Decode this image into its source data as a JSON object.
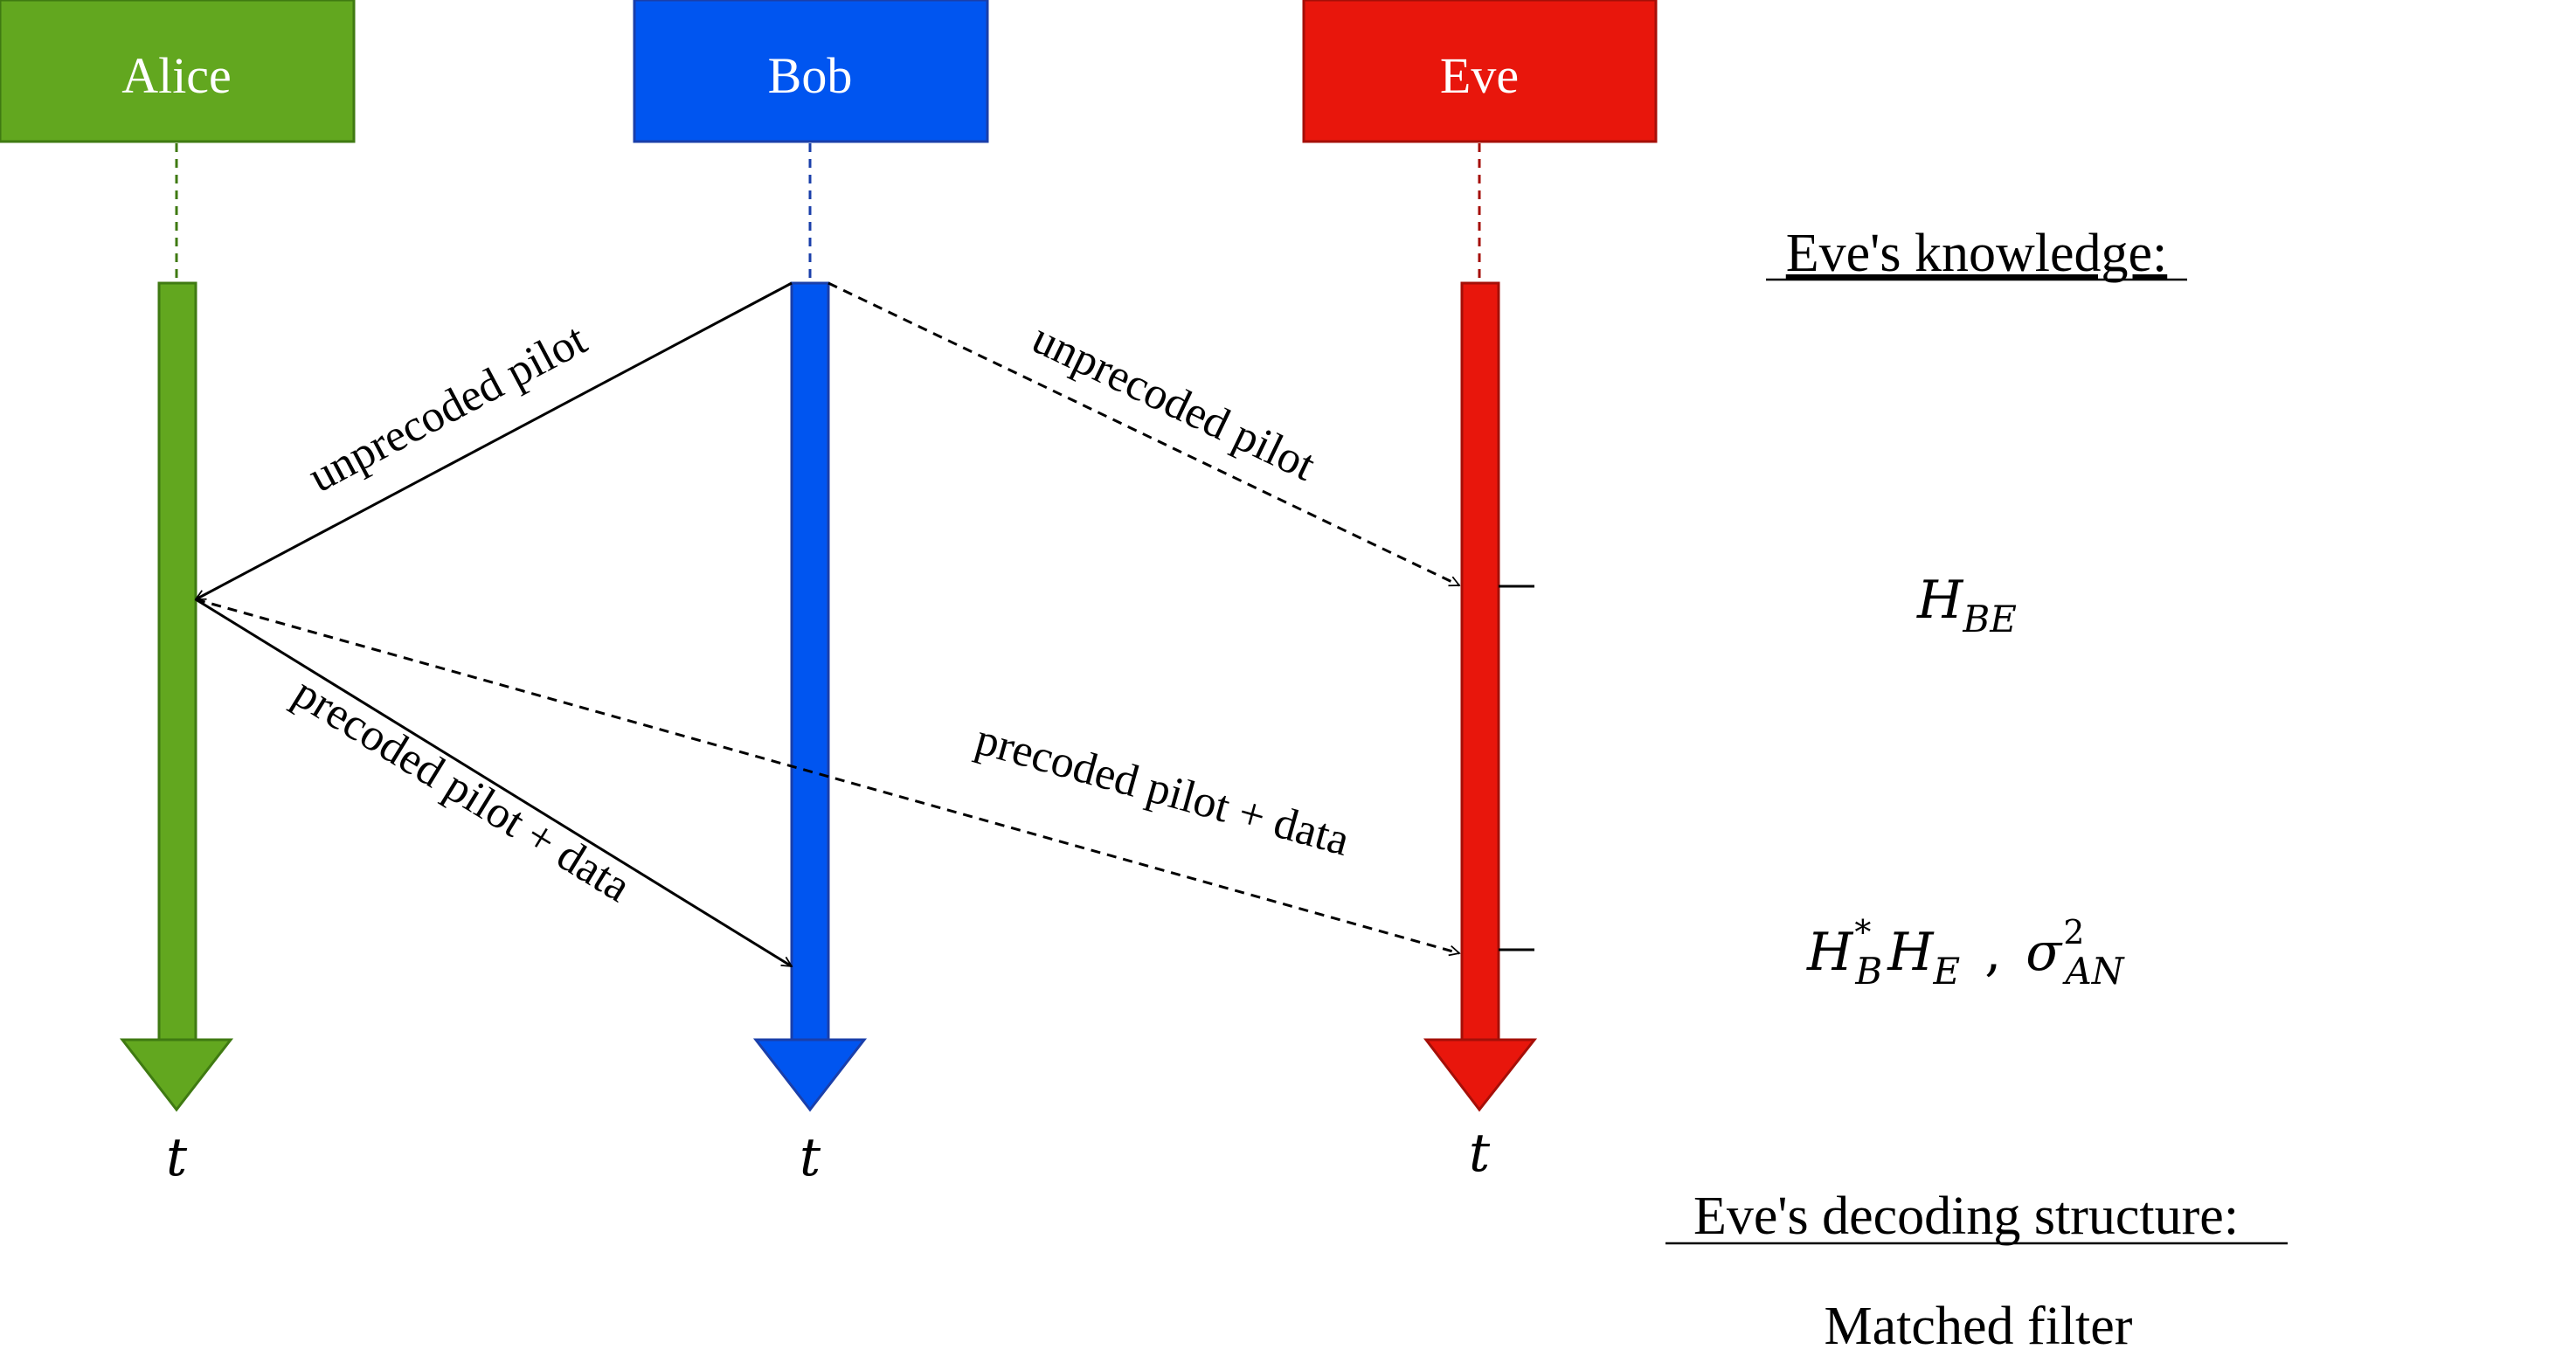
{
  "actors": [
    {
      "id": "alice",
      "label": "Alice",
      "color": "#62a71f",
      "stroke": "#3f7a12"
    },
    {
      "id": "bob",
      "label": "Bob",
      "color": "#0055f0",
      "stroke": "#1a3faa"
    },
    {
      "id": "eve",
      "label": "Eve",
      "color": "#e8160c",
      "stroke": "#a50f08"
    }
  ],
  "time_label": "t",
  "messages": {
    "bob_to_alice": "unprecoded pilot",
    "bob_to_eve": "unprecoded pilot",
    "alice_to_bob": "precoded pilot + data",
    "alice_to_eve": "precoded pilot + data"
  },
  "knowledge": {
    "title": "Eve's knowledge:",
    "item1": {
      "base": "H",
      "sub": "BE"
    },
    "item2": {
      "h1": "H",
      "h1_sup": "*",
      "h1_sub": "B",
      "h2": "H",
      "h2_sub": "E",
      "sep": ",",
      "sigma": "σ",
      "sigma_sup": "2",
      "sigma_sub": "AN"
    }
  },
  "decoding": {
    "title": "Eve's decoding structure:",
    "value": "Matched filter"
  }
}
